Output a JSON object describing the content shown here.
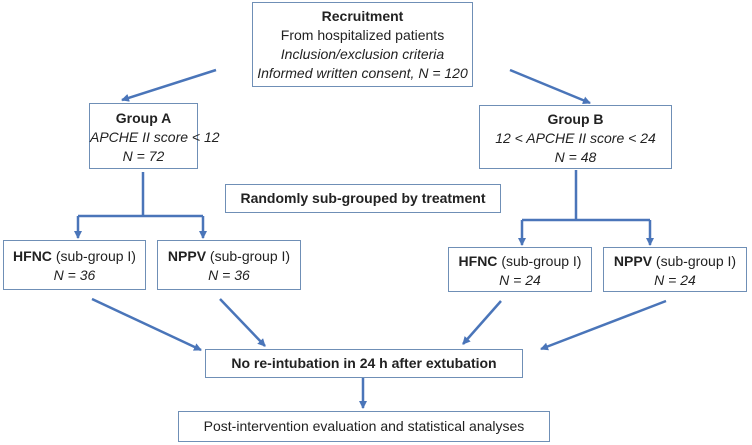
{
  "colors": {
    "box_border": "#6f8fb6",
    "arrow": "#4a75b9",
    "text": "#222222"
  },
  "recruitment": {
    "title": "Recruitment",
    "line1": "From hospitalized patients",
    "line2": "Inclusion/exclusion criteria",
    "line3": "Informed written consent, N = 120"
  },
  "group_a": {
    "title": "Group A",
    "criteria": "APCHE II score < 12",
    "n": "N = 72"
  },
  "group_b": {
    "title": "Group B",
    "criteria": "12 < APCHE II score < 24",
    "n": "N = 48"
  },
  "randomize_label": "Randomly sub-grouped by treatment",
  "a_hfnc": {
    "name": "HFNC",
    "sub": "(sub-group I)",
    "n": "N = 36"
  },
  "a_nppv": {
    "name": "NPPV",
    "sub": "(sub-group I)",
    "n": "N = 36"
  },
  "b_hfnc": {
    "name": "HFNC",
    "sub": "(sub-group I)",
    "n": "N = 24"
  },
  "b_nppv": {
    "name": "NPPV",
    "sub": "(sub-group I)",
    "n": "N = 24"
  },
  "outcome": "No re-intubation in 24 h after extubation",
  "evaluation": "Post-intervention evaluation and statistical analyses"
}
